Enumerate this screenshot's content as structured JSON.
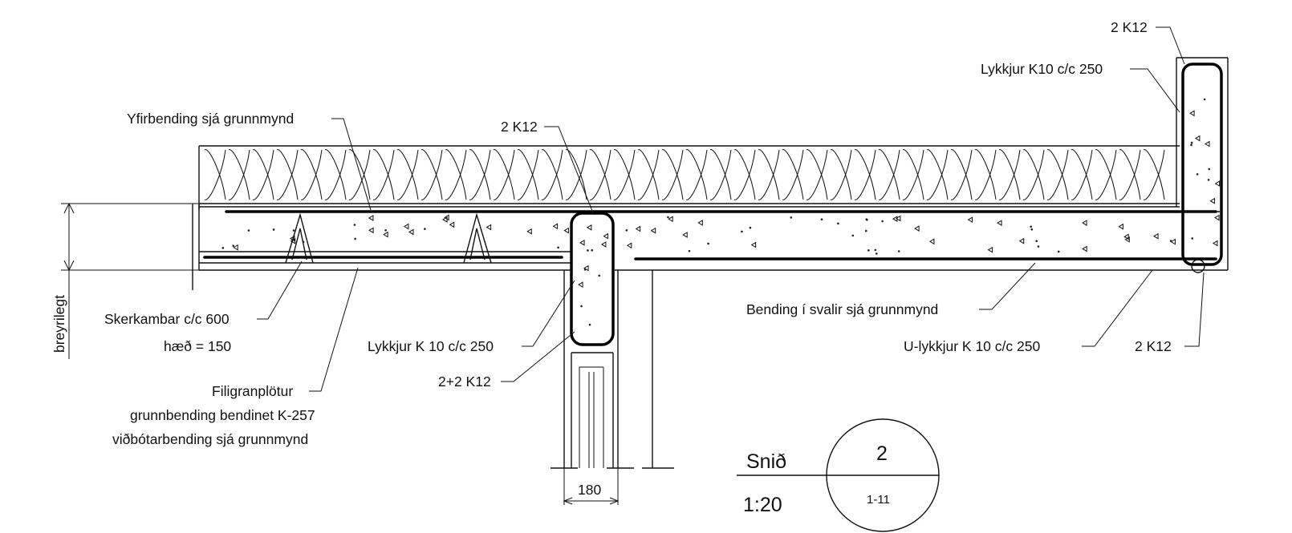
{
  "labels": {
    "yfirbending": "Yfirbending sjá grunnmynd",
    "top_2k12_mid": "2 K12",
    "top_2k12_right": "2 K12",
    "lykkjur_k10_right": "Lykkjur K10 c/c 250",
    "breyrilegt": "breyrilegt",
    "skerkambar": "Skerkambar c/c 600",
    "haed": "hæð = 150",
    "lykkjur_k10_mid": "Lykkjur K 10 c/c 250",
    "k12_2plus2": "2+2 K12",
    "filigran_1": "Filigranplötur",
    "filigran_2": "grunnbending bendinet K-257",
    "filigran_3": "viðbótarbending sjá grunnmynd",
    "bending_svalir": "Bending í svalir sjá grunnmynd",
    "u_lykkjur": "U-lykkjur K 10 c/c 250",
    "bottom_2k12_right": "2 K12",
    "dim_180": "180"
  },
  "section_mark": {
    "label": "Snið",
    "number": "2",
    "scale": "1:20",
    "sheet": "1-11"
  }
}
